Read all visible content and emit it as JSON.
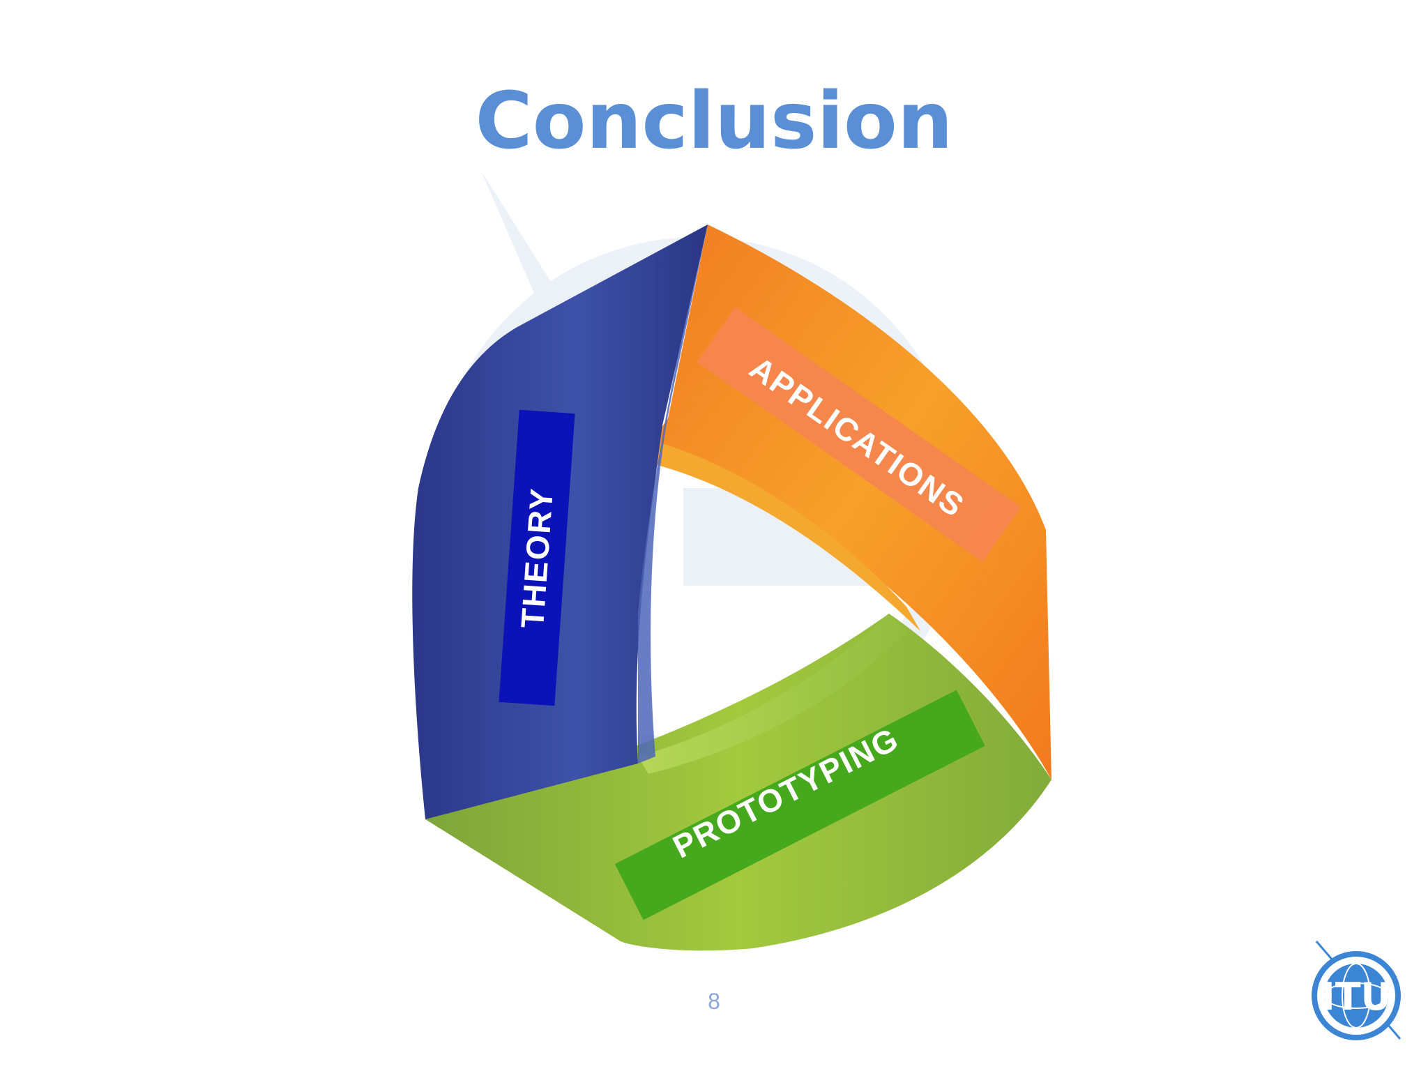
{
  "slide": {
    "title": "Conclusion",
    "page_number": "8"
  },
  "diagram": {
    "labels": {
      "theory": "THEORY",
      "applications": "APPLICATIONS",
      "prototyping": "PROTOTYPING"
    },
    "colors": {
      "theory": "#34419b",
      "theory_label_bg": "#0a12b8",
      "applications": "#f38a22",
      "applications_label_bg": "#f5864e",
      "prototyping": "#8dbb3b",
      "prototyping_label_bg": "#46a81c"
    }
  },
  "logo": {
    "text": "ITU",
    "color": "#3c84d4"
  }
}
